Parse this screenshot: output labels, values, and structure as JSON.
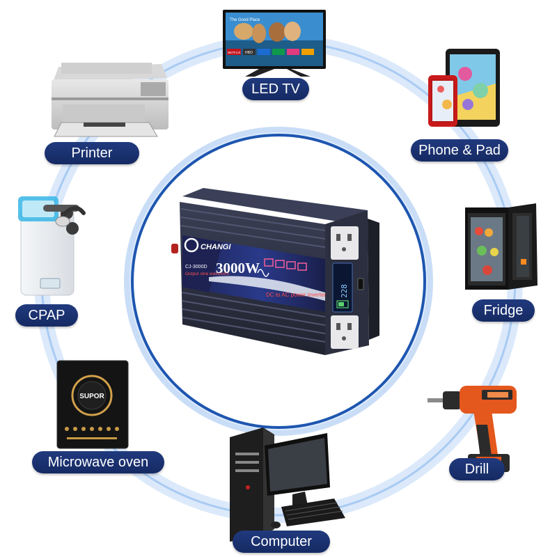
{
  "appliances": {
    "led_tv": "LED TV",
    "printer": "Printer",
    "phone_pad": "Phone & Pad",
    "cpap": "CPAP",
    "fridge": "Fridge",
    "microwave": "Microwave oven",
    "drill": "Drill",
    "computer": "Computer"
  },
  "inverter": {
    "brand": "CHANGI",
    "model": "CJ-3000D",
    "waveform": "Output sine waveform",
    "power": "3000W",
    "function": "DC to AC power inverter",
    "display_value": "228"
  },
  "tv_screen": {
    "show_title": "The Good Place",
    "apps": [
      "NETFLIX",
      "HBO"
    ]
  },
  "microwave_brand": "SUPOR",
  "colors": {
    "pill": "#1b3270",
    "ring": "#9ec4f2",
    "inner_circle_border": "#1e56b0",
    "drill_orange": "#e4571d"
  }
}
